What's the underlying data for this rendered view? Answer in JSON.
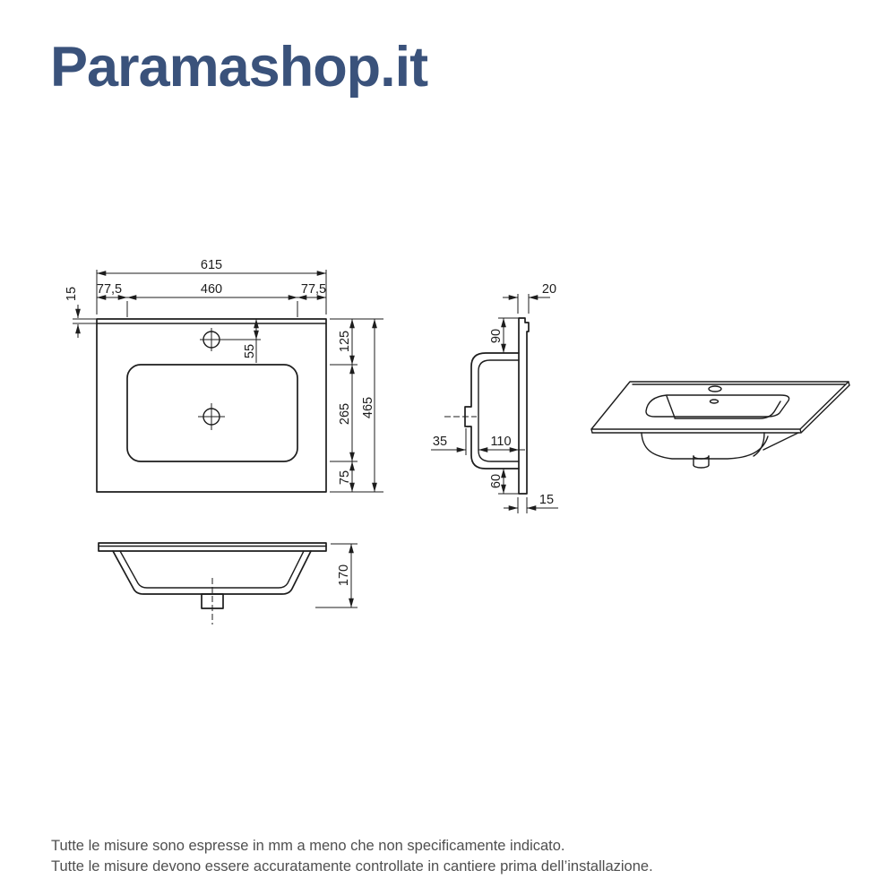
{
  "brand": {
    "logo_text": "Paramashop.it"
  },
  "drawing": {
    "plan_view": {
      "dim_total_width": "615",
      "dim_side_left": "77,5",
      "dim_faucet_centers": "460",
      "dim_side_right": "77,5",
      "dim_back_ledge": "15",
      "dim_faucet_offset": "55",
      "dim_back_to_basin": "125",
      "dim_basin_depth": "265",
      "dim_basin_to_front": "75",
      "dim_total_depth": "465"
    },
    "side_view": {
      "dim_top_thickness": "20",
      "dim_top_to_basin": "90",
      "dim_drain_offset": "35",
      "dim_basin_inner_depth": "110",
      "dim_basin_to_bottom": "60",
      "dim_panel_thickness": "15"
    },
    "front_view": {
      "dim_total_height": "170"
    }
  },
  "footer": {
    "note_line1": "Tutte le misure sono espresse in mm a meno che non specificamente indicato.",
    "note_line2": "Tutte le misure devono essere accuratamente controllate in cantiere prima dell’installazione."
  },
  "colors": {
    "logo": "#3a527b",
    "line": "#1d1d1d",
    "footer_text": "#4f4f4f"
  }
}
